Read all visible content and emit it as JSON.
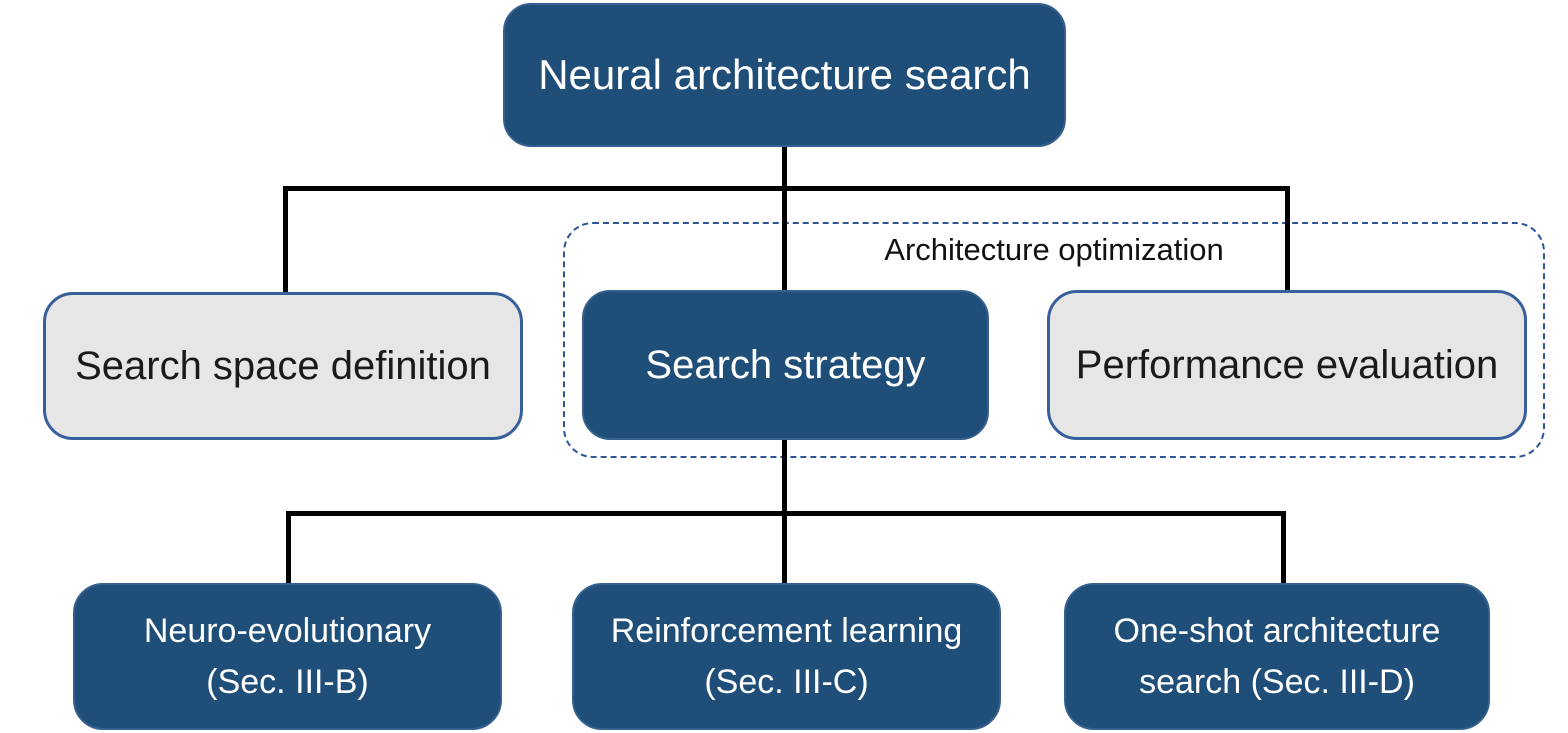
{
  "diagram": {
    "root": {
      "label": "Neural architecture search"
    },
    "group": {
      "label": "Architecture optimization"
    },
    "level2": [
      {
        "label": "Search space definition"
      },
      {
        "label": "Search strategy"
      },
      {
        "label": "Performance evaluation"
      }
    ],
    "level3": [
      {
        "line1": "Neuro-evolutionary",
        "line2": "(Sec. III-B)"
      },
      {
        "line1": "Reinforcement learning",
        "line2": "(Sec. III-C)"
      },
      {
        "line1": "One-shot architecture",
        "line2": "search (Sec. III-D)"
      }
    ],
    "colors": {
      "primary_fill": "#1F4E79",
      "primary_border": "#35618E",
      "secondary_fill": "#E7E6E6",
      "secondary_border": "#37609B",
      "group_dashed_border": "#2F5597",
      "connector": "#000000",
      "text_on_primary": "#FFFFFF",
      "text_on_secondary": "#1A1A1A"
    }
  }
}
